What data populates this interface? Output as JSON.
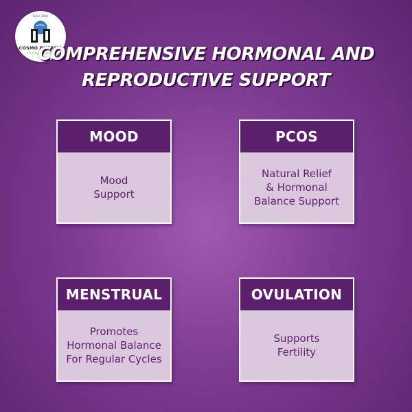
{
  "logo": {
    "since": "Since 2010",
    "brand": "COSMO PHARMA",
    "tagline": "Caring Healthy"
  },
  "title": {
    "line1": "COMPREHENSIVE HORMONAL AND",
    "line2": "REPRODUCTIVE SUPPORT"
  },
  "cards": [
    {
      "heading": "MOOD",
      "text": "Mood\nSupport"
    },
    {
      "heading": "PCOS",
      "text": "Natural Relief\n& Hormonal\nBalance Support"
    },
    {
      "heading": "MENSTRUAL",
      "text": "Promotes\nHormonal Balance\nFor Regular Cycles"
    },
    {
      "heading": "OVULATION",
      "text": "Supports\nFertility"
    }
  ],
  "colors": {
    "header_bg": "#5b1f6b",
    "body_bg": "#dcc8de",
    "accent_text": "#5b1f6b"
  }
}
